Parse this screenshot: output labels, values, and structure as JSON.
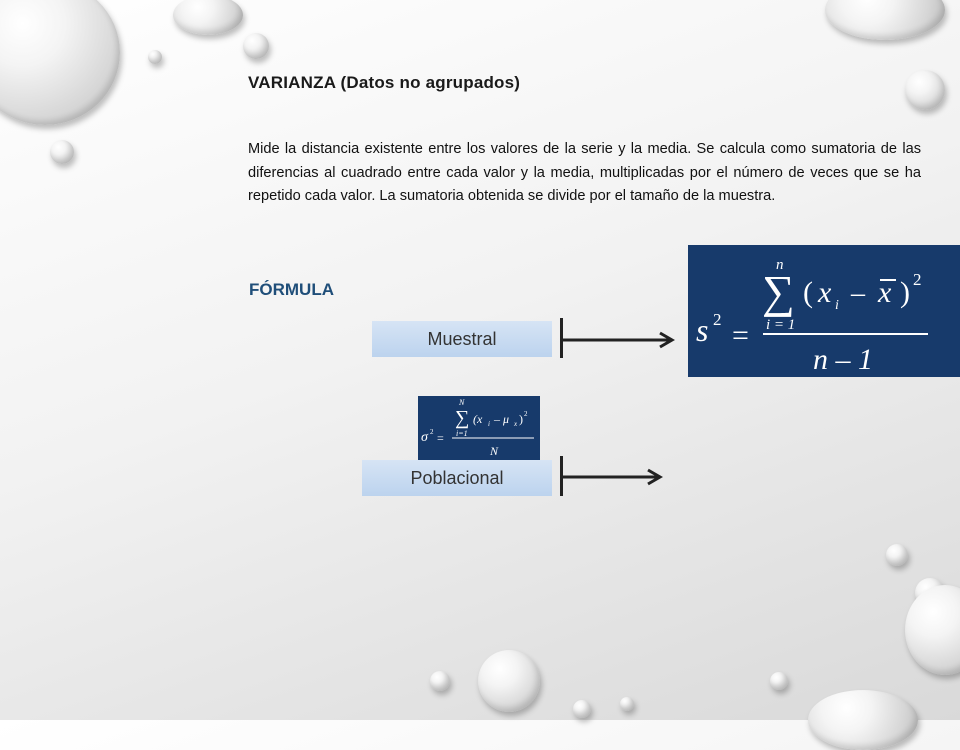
{
  "heading": {
    "main": "VARIANZA",
    "sub": "(Datos no agrupados)"
  },
  "description": "Mide la distancia existente entre los valores de la serie y la media. Se calcula como sumatoria de las diferencias al cuadrado entre cada valor y la media, multiplicadas por el número de veces que se ha repetido cada valor. La sumatoria obtenida se divide por el tamaño de la muestra.",
  "formula_label": "FÓRMULA",
  "muestral": {
    "label": "Muestral",
    "formula": {
      "lhs": "s",
      "lhs_exp": "2",
      "equals": "=",
      "sum_upper": "n",
      "sum_symbol": "∑",
      "sum_lower": "i = 1",
      "open_paren": "(",
      "x_i": "x",
      "sub_i": "i",
      "minus": "–",
      "x_bar": "x",
      "close_paren": ")",
      "exp": "2",
      "denominator": "n – 1"
    }
  },
  "poblacional": {
    "label": "Poblacional",
    "formula": {
      "lhs": "σ",
      "lhs_exp": "2",
      "equals": "=",
      "sum_upper": "N",
      "sum_symbol": "∑",
      "sum_lower": "i=1",
      "numerator": "(x",
      "sub_i": "i",
      "minus": "– μ",
      "sub_x": "x",
      "close": ")",
      "exp": "2",
      "denominator": "N"
    }
  },
  "colors": {
    "formula_bg": "#173a6b",
    "button_bg": "#c5d9f1",
    "label_blue": "#1f4e79"
  }
}
